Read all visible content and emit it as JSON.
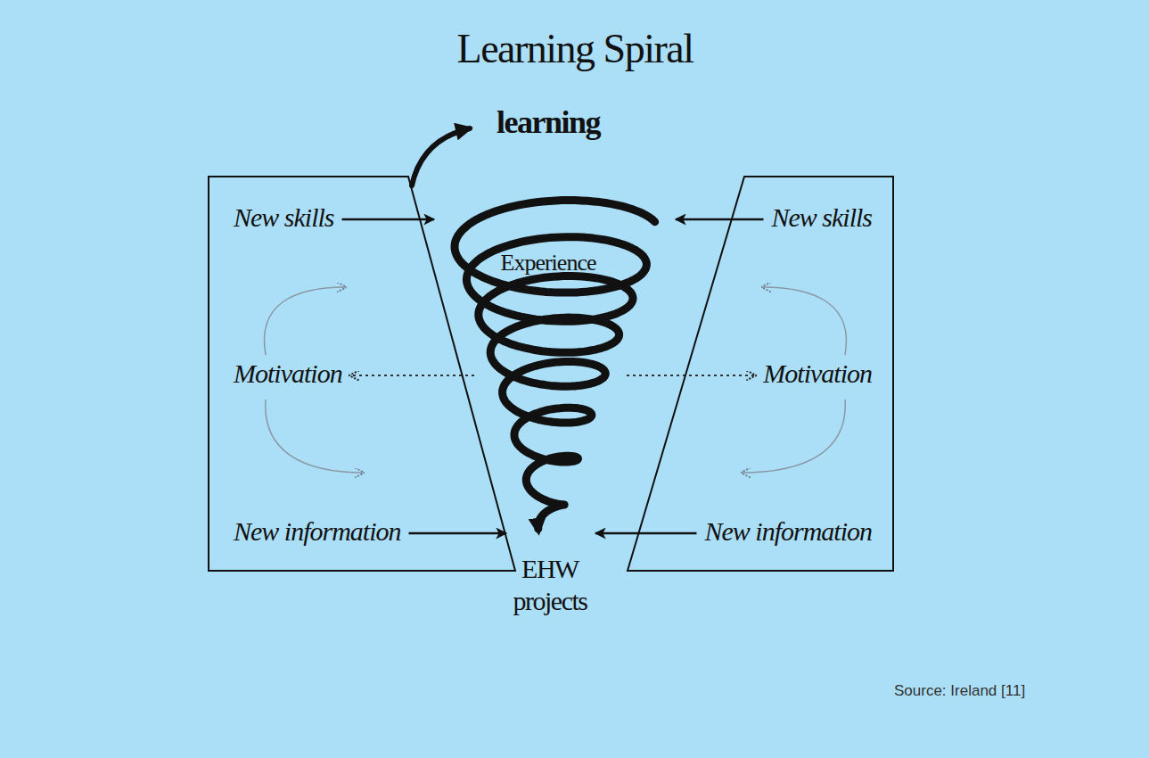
{
  "diagram": {
    "title": "Learning Spiral",
    "nodes": [
      {
        "text": [
          "New skills",
          "Motivation",
          "New information"
        ]
      },
      {
        "text": [
          "New skills",
          "Motivation",
          "New information"
        ]
      },
      {
        "text": [
          "Experience"
        ]
      }
    ],
    "edges": [
      {
        "from": 0,
        "to": 2,
        "arrow": "to"
      },
      {
        "from": 0,
        "to": 2,
        "arrow": "to"
      },
      {
        "from": 1,
        "to": 2,
        "arrow": "to"
      },
      {
        "from": 1,
        "to": 2,
        "arrow": "to"
      },
      {
        "from": 2,
        "to": 0,
        "arrow": "to"
      },
      {
        "from": 2,
        "to": 1,
        "arrow": "to"
      }
    ],
    "labels": [
      "learning",
      "EHW projects",
      "Source: Ireland [11]"
    ]
  }
}
